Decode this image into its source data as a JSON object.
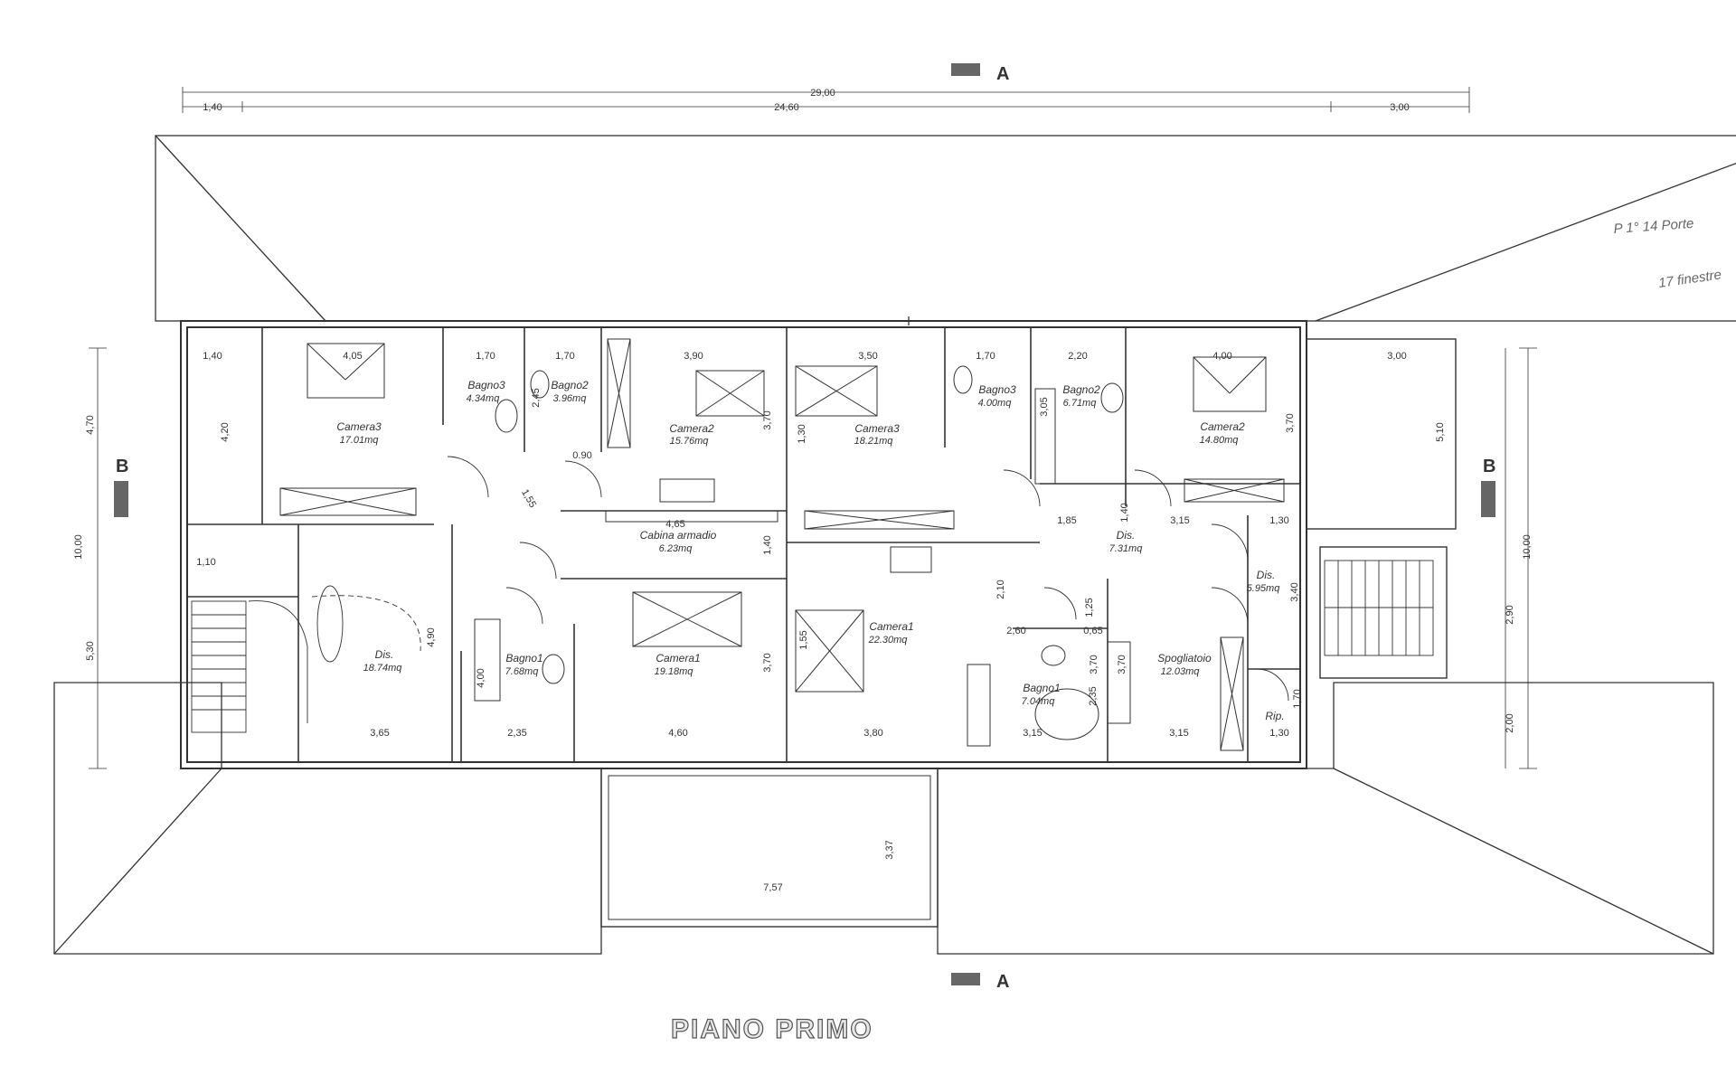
{
  "title": "PIANO PRIMO",
  "section_a": "A",
  "section_b": "B",
  "handwritten_notes": [
    "P 1° 14 Porte",
    "17 finestre"
  ],
  "rooms": [
    {
      "id": "camera3-west",
      "name": "Camera3",
      "area": "17.01mq"
    },
    {
      "id": "bagno3-west",
      "name": "Bagno3",
      "area": "4.34mq"
    },
    {
      "id": "bagno2-west",
      "name": "Bagno2",
      "area": "3.96mq"
    },
    {
      "id": "camera2-west",
      "name": "Camera2",
      "area": "15.76mq"
    },
    {
      "id": "camera3-east",
      "name": "Camera3",
      "area": "18.21mq"
    },
    {
      "id": "bagno3-east",
      "name": "Bagno3",
      "area": "4.00mq"
    },
    {
      "id": "bagno2-east",
      "name": "Bagno2",
      "area": "6.71mq"
    },
    {
      "id": "camera2-east",
      "name": "Camera2",
      "area": "14.80mq"
    },
    {
      "id": "cabina",
      "name": "Cabina armadio",
      "area": "6.23mq"
    },
    {
      "id": "dis-west",
      "name": "Dis.",
      "area": "18.74mq"
    },
    {
      "id": "bagno1-west",
      "name": "Bagno1",
      "area": "7.68mq"
    },
    {
      "id": "camera1-west",
      "name": "Camera1",
      "area": "19.18mq"
    },
    {
      "id": "camera1-east",
      "name": "Camera1",
      "area": "22.30mq"
    },
    {
      "id": "bagno1-east",
      "name": "Bagno1",
      "area": "7.04mq"
    },
    {
      "id": "dis-mid",
      "name": "Dis.",
      "area": "7.31mq"
    },
    {
      "id": "dis-east",
      "name": "Dis.",
      "area": "5.95mq"
    },
    {
      "id": "spogliatoio",
      "name": "Spogliatoio",
      "area": "12.03mq"
    },
    {
      "id": "rip",
      "name": "Rip.",
      "area": ""
    }
  ],
  "dimensions": [
    "29,00",
    "24,60",
    "1,40",
    "3,00",
    "1,40",
    "4,05",
    "1,70",
    "1,70",
    "3,90",
    "3,50",
    "1,70",
    "2,20",
    "4,00",
    "3,00",
    "4,70",
    "10,00",
    "5,30",
    "4,20",
    "1,10",
    "4,90",
    "5,10",
    "10,00",
    "2,90",
    "2,00",
    "0.90",
    "1,55",
    "4,65",
    "1,40",
    "1,85",
    "3,15",
    "1,30",
    "1,40",
    "3,40",
    "3,70",
    "3,70",
    "3,70",
    "3,70",
    "2,10",
    "2,60",
    "0,65",
    "1,25",
    "3,70",
    "2,35",
    "1,70",
    "3,65",
    "2,35",
    "4,60",
    "3,80",
    "3,15",
    "3,15",
    "1,30",
    "3,37",
    "7,57",
    "4,00",
    "1,55",
    "2,45",
    "3,05",
    "1,30"
  ]
}
